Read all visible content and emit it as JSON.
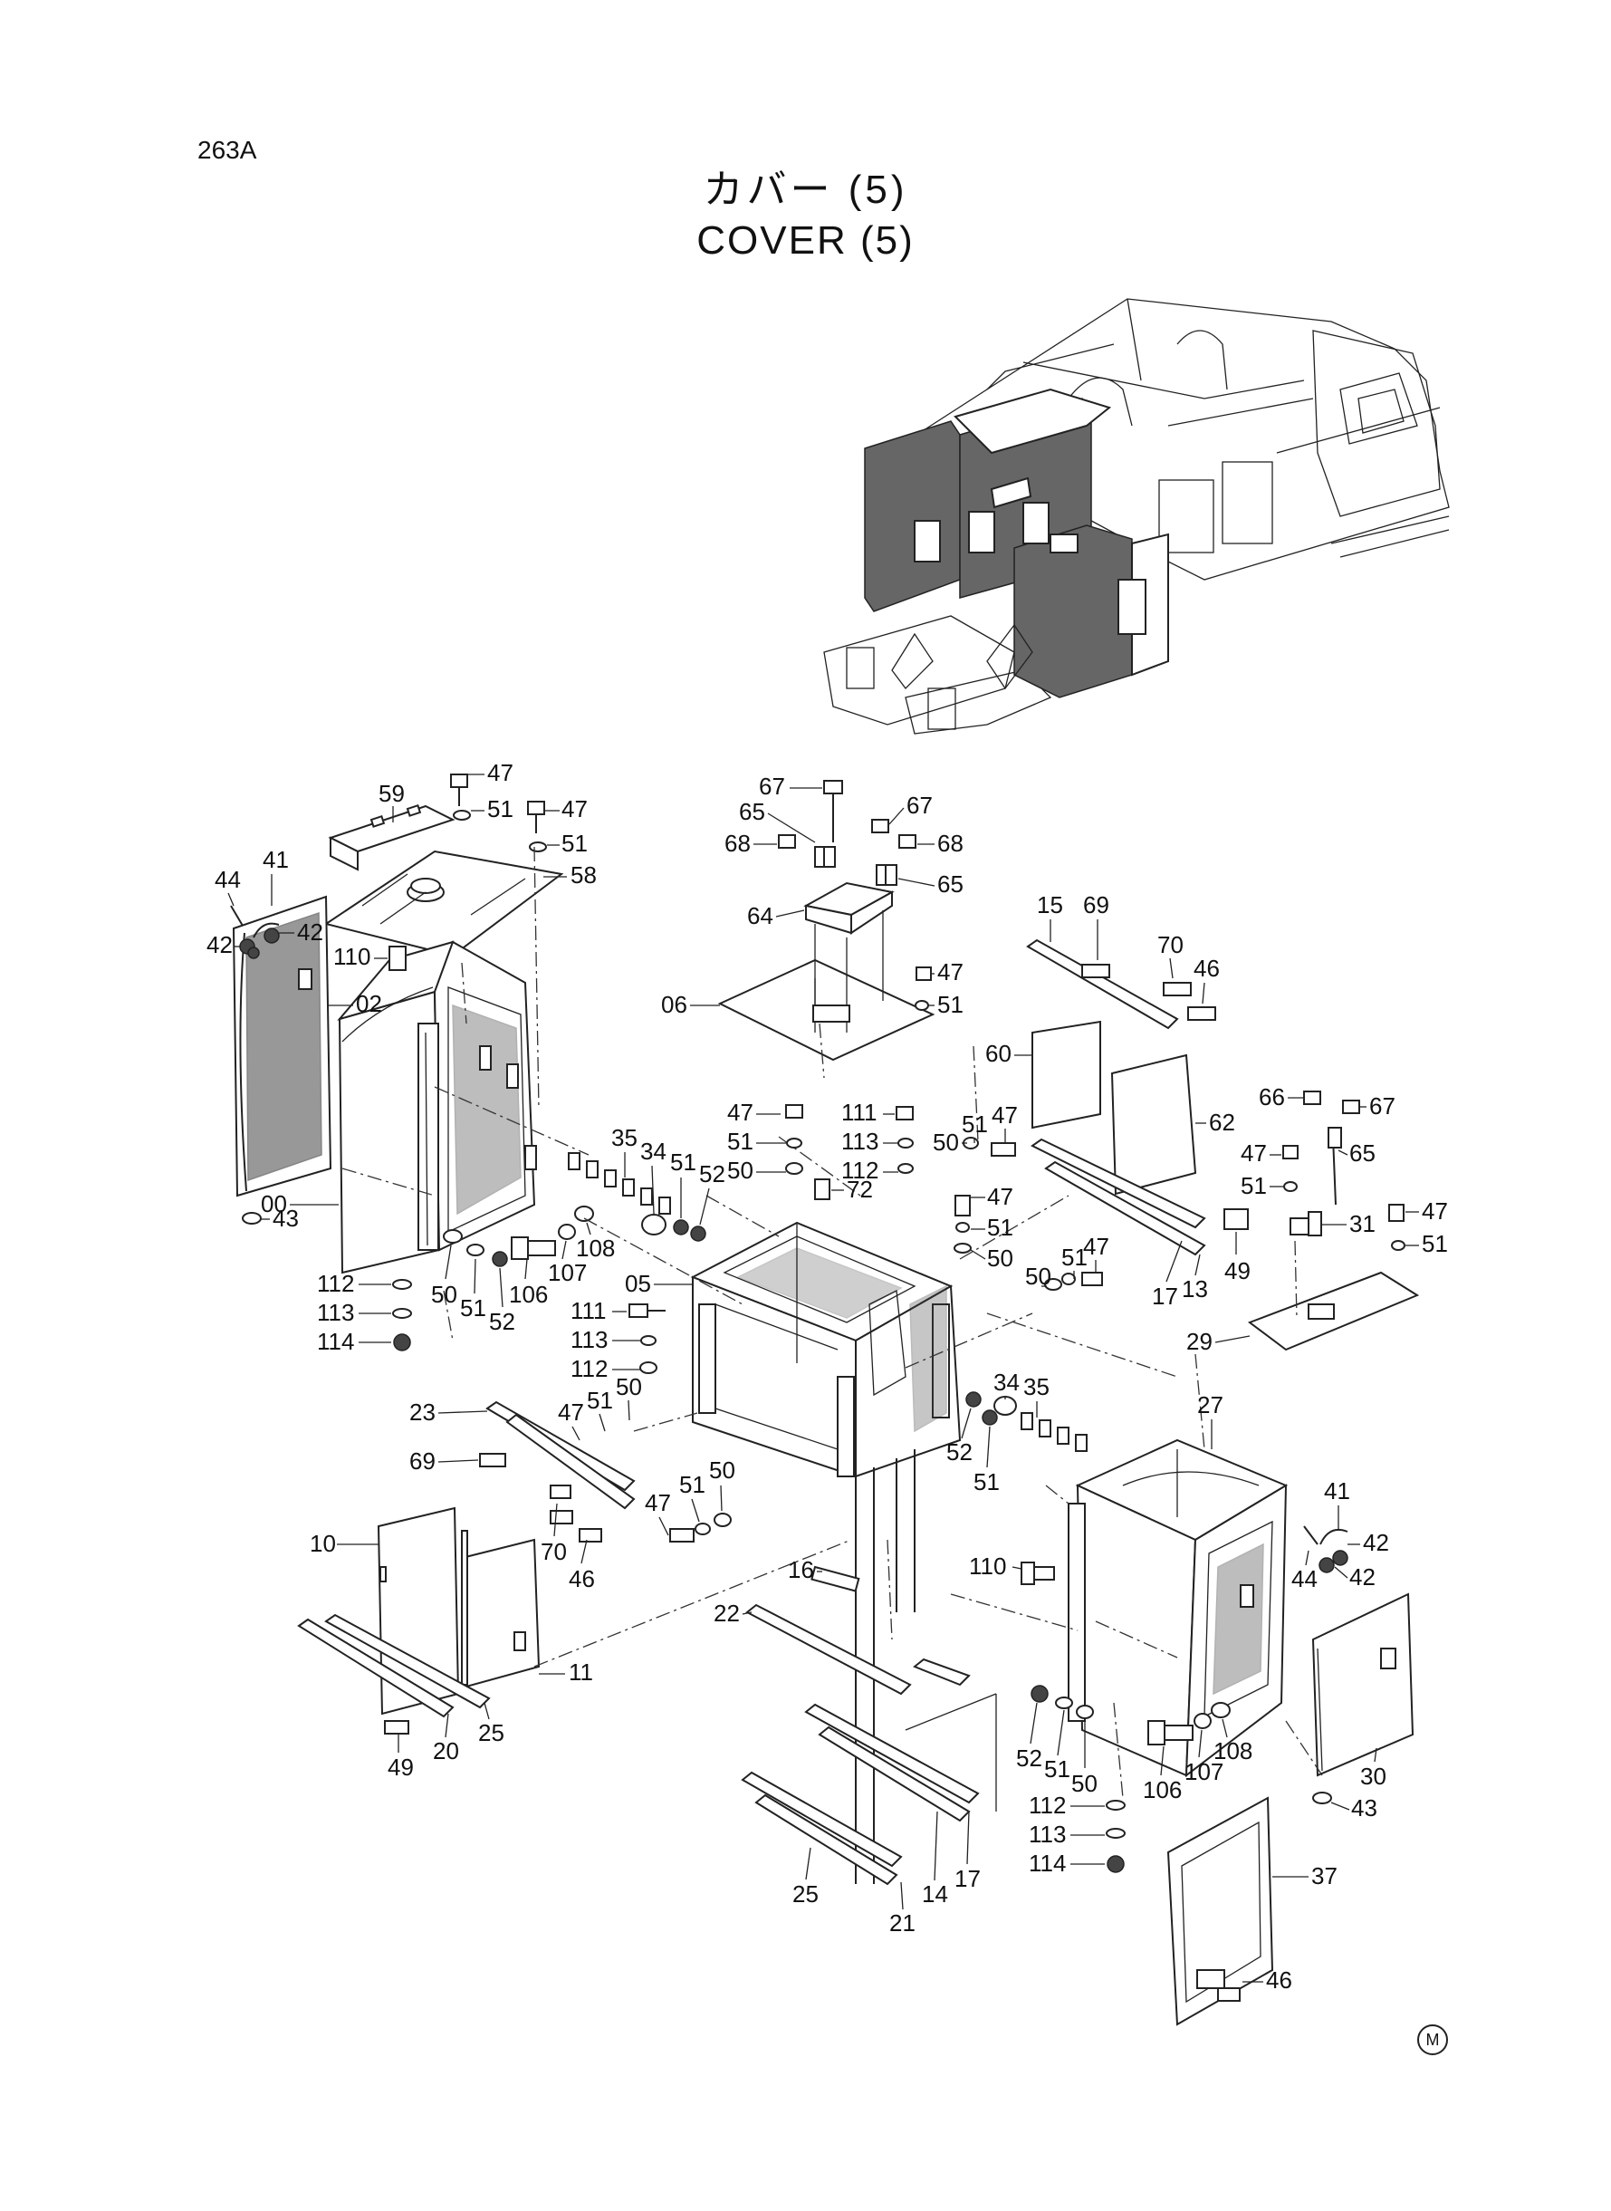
{
  "page": {
    "number": "263A",
    "mark": "M"
  },
  "title": {
    "japanese": "カバー (5)",
    "english": "COVER (5)"
  },
  "callouts": [
    {
      "id": "c1",
      "label": "47"
    },
    {
      "id": "c2",
      "label": "51"
    },
    {
      "id": "c3",
      "label": "59"
    },
    {
      "id": "c4",
      "label": "47"
    },
    {
      "id": "c5",
      "label": "51"
    },
    {
      "id": "c6",
      "label": "58"
    },
    {
      "id": "c7",
      "label": "41"
    },
    {
      "id": "c8",
      "label": "44"
    },
    {
      "id": "c9",
      "label": "42"
    },
    {
      "id": "c10",
      "label": "42"
    },
    {
      "id": "c11",
      "label": "110"
    },
    {
      "id": "c12",
      "label": "02"
    },
    {
      "id": "c13",
      "label": "43"
    },
    {
      "id": "c14",
      "label": "00"
    },
    {
      "id": "c15",
      "label": "112"
    },
    {
      "id": "c16",
      "label": "113"
    },
    {
      "id": "c17",
      "label": "114"
    },
    {
      "id": "c18",
      "label": "50"
    },
    {
      "id": "c19",
      "label": "51"
    },
    {
      "id": "c20",
      "label": "52"
    },
    {
      "id": "c21",
      "label": "106"
    },
    {
      "id": "c22",
      "label": "107"
    },
    {
      "id": "c23",
      "label": "108"
    },
    {
      "id": "c24",
      "label": "35"
    },
    {
      "id": "c25",
      "label": "34"
    },
    {
      "id": "c26",
      "label": "51"
    },
    {
      "id": "c27",
      "label": "52"
    },
    {
      "id": "c28",
      "label": "67"
    },
    {
      "id": "c29",
      "label": "65"
    },
    {
      "id": "c30",
      "label": "68"
    },
    {
      "id": "c31",
      "label": "67"
    },
    {
      "id": "c32",
      "label": "68"
    },
    {
      "id": "c33",
      "label": "65"
    },
    {
      "id": "c34",
      "label": "64"
    },
    {
      "id": "c35",
      "label": "47"
    },
    {
      "id": "c36",
      "label": "51"
    },
    {
      "id": "c37",
      "label": "06"
    },
    {
      "id": "c38",
      "label": "47"
    },
    {
      "id": "c39",
      "label": "51"
    },
    {
      "id": "c40",
      "label": "50"
    },
    {
      "id": "c41",
      "label": "111"
    },
    {
      "id": "c42",
      "label": "113"
    },
    {
      "id": "c43",
      "label": "112"
    },
    {
      "id": "c44",
      "label": "72"
    },
    {
      "id": "c45",
      "label": "50"
    },
    {
      "id": "c46",
      "label": "51"
    },
    {
      "id": "c47",
      "label": "47"
    },
    {
      "id": "c48",
      "label": "47"
    },
    {
      "id": "c49",
      "label": "51"
    },
    {
      "id": "c50",
      "label": "50"
    },
    {
      "id": "c51",
      "label": "15"
    },
    {
      "id": "c52",
      "label": "69"
    },
    {
      "id": "c53",
      "label": "70"
    },
    {
      "id": "c54",
      "label": "46"
    },
    {
      "id": "c55",
      "label": "60"
    },
    {
      "id": "c56",
      "label": "62"
    },
    {
      "id": "c57",
      "label": "66"
    },
    {
      "id": "c58",
      "label": "67"
    },
    {
      "id": "c59",
      "label": "47"
    },
    {
      "id": "c60",
      "label": "65"
    },
    {
      "id": "c61",
      "label": "51"
    },
    {
      "id": "c62",
      "label": "31"
    },
    {
      "id": "c63",
      "label": "47"
    },
    {
      "id": "c64",
      "label": "51"
    },
    {
      "id": "c65",
      "label": "49"
    },
    {
      "id": "c66",
      "label": "17"
    },
    {
      "id": "c67",
      "label": "13"
    },
    {
      "id": "c68",
      "label": "51"
    },
    {
      "id": "c69",
      "label": "47"
    },
    {
      "id": "c70",
      "label": "50"
    },
    {
      "id": "c71",
      "label": "05"
    },
    {
      "id": "c72",
      "label": "111"
    },
    {
      "id": "c73",
      "label": "113"
    },
    {
      "id": "c74",
      "label": "112"
    },
    {
      "id": "c75",
      "label": "51"
    },
    {
      "id": "c76",
      "label": "50"
    },
    {
      "id": "c77",
      "label": "47"
    },
    {
      "id": "c78",
      "label": "23"
    },
    {
      "id": "c79",
      "label": "69"
    },
    {
      "id": "c80",
      "label": "70"
    },
    {
      "id": "c81",
      "label": "46"
    },
    {
      "id": "c82",
      "label": "47"
    },
    {
      "id": "c83",
      "label": "51"
    },
    {
      "id": "c84",
      "label": "50"
    },
    {
      "id": "c85",
      "label": "29"
    },
    {
      "id": "c86",
      "label": "27"
    },
    {
      "id": "c87",
      "label": "34"
    },
    {
      "id": "c88",
      "label": "35"
    },
    {
      "id": "c89",
      "label": "52"
    },
    {
      "id": "c90",
      "label": "51"
    },
    {
      "id": "c91",
      "label": "10"
    },
    {
      "id": "c92",
      "label": "11"
    },
    {
      "id": "c93",
      "label": "49"
    },
    {
      "id": "c94",
      "label": "20"
    },
    {
      "id": "c95",
      "label": "25"
    },
    {
      "id": "c96",
      "label": "16"
    },
    {
      "id": "c97",
      "label": "22"
    },
    {
      "id": "c98",
      "label": "110"
    },
    {
      "id": "c99",
      "label": "41"
    },
    {
      "id": "c100",
      "label": "42"
    },
    {
      "id": "c101",
      "label": "44"
    },
    {
      "id": "c102",
      "label": "42"
    },
    {
      "id": "c103",
      "label": "52"
    },
    {
      "id": "c104",
      "label": "51"
    },
    {
      "id": "c105",
      "label": "50"
    },
    {
      "id": "c106",
      "label": "106"
    },
    {
      "id": "c107",
      "label": "107"
    },
    {
      "id": "c108",
      "label": "108"
    },
    {
      "id": "c109",
      "label": "30"
    },
    {
      "id": "c110",
      "label": "43"
    },
    {
      "id": "c111",
      "label": "112"
    },
    {
      "id": "c112",
      "label": "113"
    },
    {
      "id": "c113",
      "label": "114"
    },
    {
      "id": "c114",
      "label": "25"
    },
    {
      "id": "c115",
      "label": "21"
    },
    {
      "id": "c116",
      "label": "14"
    },
    {
      "id": "c117",
      "label": "17"
    },
    {
      "id": "c118",
      "label": "37"
    },
    {
      "id": "c119",
      "label": "46"
    }
  ]
}
